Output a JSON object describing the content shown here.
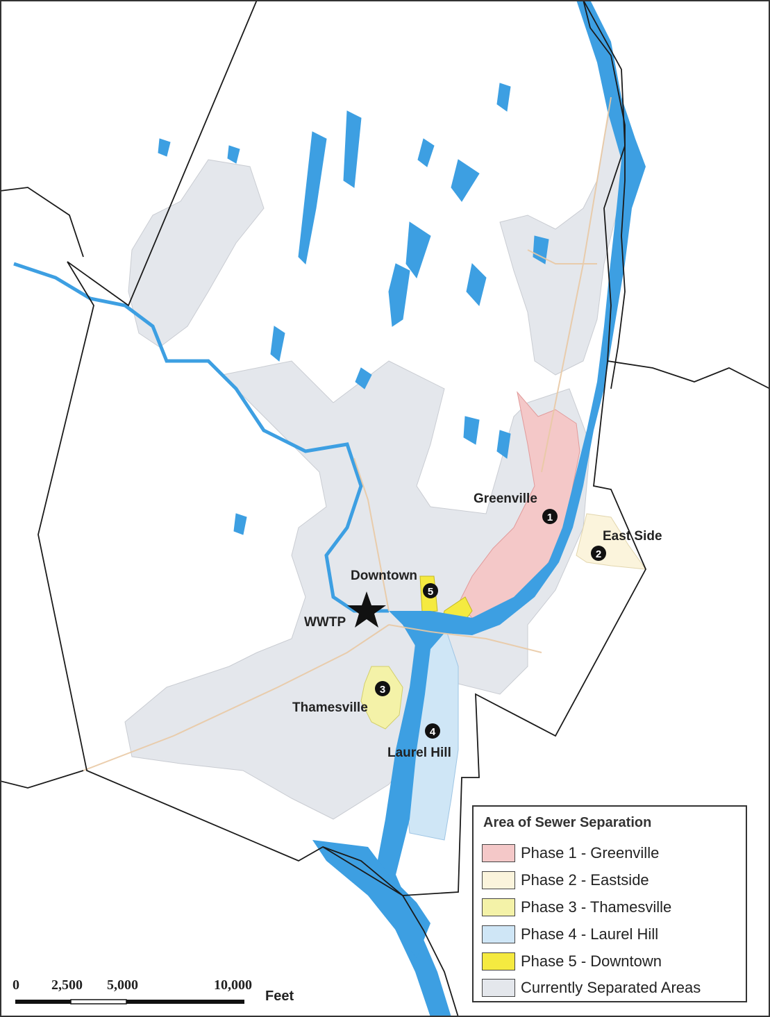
{
  "places": {
    "greenville": "Greenville",
    "east_side": "East Side",
    "downtown": "Downtown",
    "wwtp": "WWTP",
    "thamesville": "Thamesville",
    "laurel_hill": "Laurel Hill"
  },
  "markers": [
    "1",
    "2",
    "3",
    "4",
    "5"
  ],
  "legend": {
    "title": "Area of Sewer Separation",
    "items": [
      {
        "label": "Phase 1 - Greenville",
        "color": "#f4c8c8"
      },
      {
        "label": "Phase 2 - Eastside",
        "color": "#fbf4dc"
      },
      {
        "label": "Phase 3 - Thamesville",
        "color": "#f4f2a8"
      },
      {
        "label": "Phase 4 - Laurel Hill",
        "color": "#cfe6f6"
      },
      {
        "label": "Phase 5 - Downtown",
        "color": "#f5ea40"
      },
      {
        "label": "Currently Separated Areas",
        "color": "#e4e7ec"
      }
    ]
  },
  "scale": {
    "ticks": [
      "0",
      "2,500",
      "5,000",
      "10,000"
    ],
    "unit": "Feet"
  },
  "colors": {
    "water": "#3d9fe2",
    "separated": "#e4e7ec",
    "boundary": "#1a1a1a"
  }
}
